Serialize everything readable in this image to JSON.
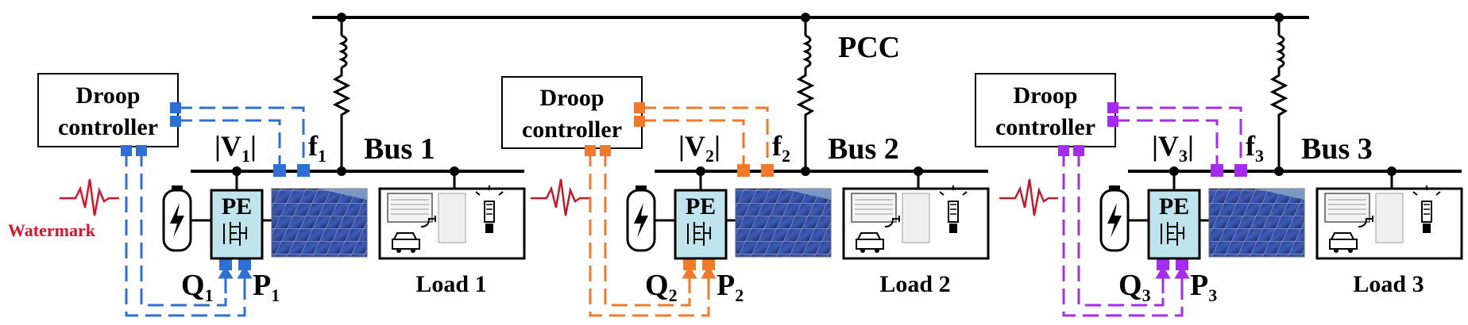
{
  "pcc_label": "PCC",
  "watermark": "Watermark",
  "colors": {
    "unit1": "#2e6fd4",
    "unit2": "#f07a2a",
    "unit3": "#a52bf0",
    "watermark": "#e0102a",
    "pe_box": "#bfe4ee"
  },
  "units": [
    {
      "controller_line1": "Droop",
      "controller_line2": "controller",
      "v_label": "|V",
      "v_sub": "1",
      "f_label": "f",
      "f_sub": "1",
      "bus_label": "Bus 1",
      "pe_label": "PE",
      "q_label": "Q",
      "q_sub": "1",
      "p_label": "P",
      "p_sub": "1",
      "load_label": "Load 1"
    },
    {
      "controller_line1": "Droop",
      "controller_line2": "controller",
      "v_label": "|V",
      "v_sub": "2",
      "f_label": "f",
      "f_sub": "2",
      "bus_label": "Bus 2",
      "pe_label": "PE",
      "q_label": "Q",
      "q_sub": "2",
      "p_label": "P",
      "p_sub": "2",
      "load_label": "Load 2"
    },
    {
      "controller_line1": "Droop",
      "controller_line2": "controller",
      "v_label": "|V",
      "v_sub": "3",
      "f_label": "f",
      "f_sub": "3",
      "bus_label": "Bus 3",
      "pe_label": "PE",
      "q_label": "Q",
      "q_sub": "3",
      "p_label": "P",
      "p_sub": "3",
      "load_label": "Load 3"
    }
  ]
}
